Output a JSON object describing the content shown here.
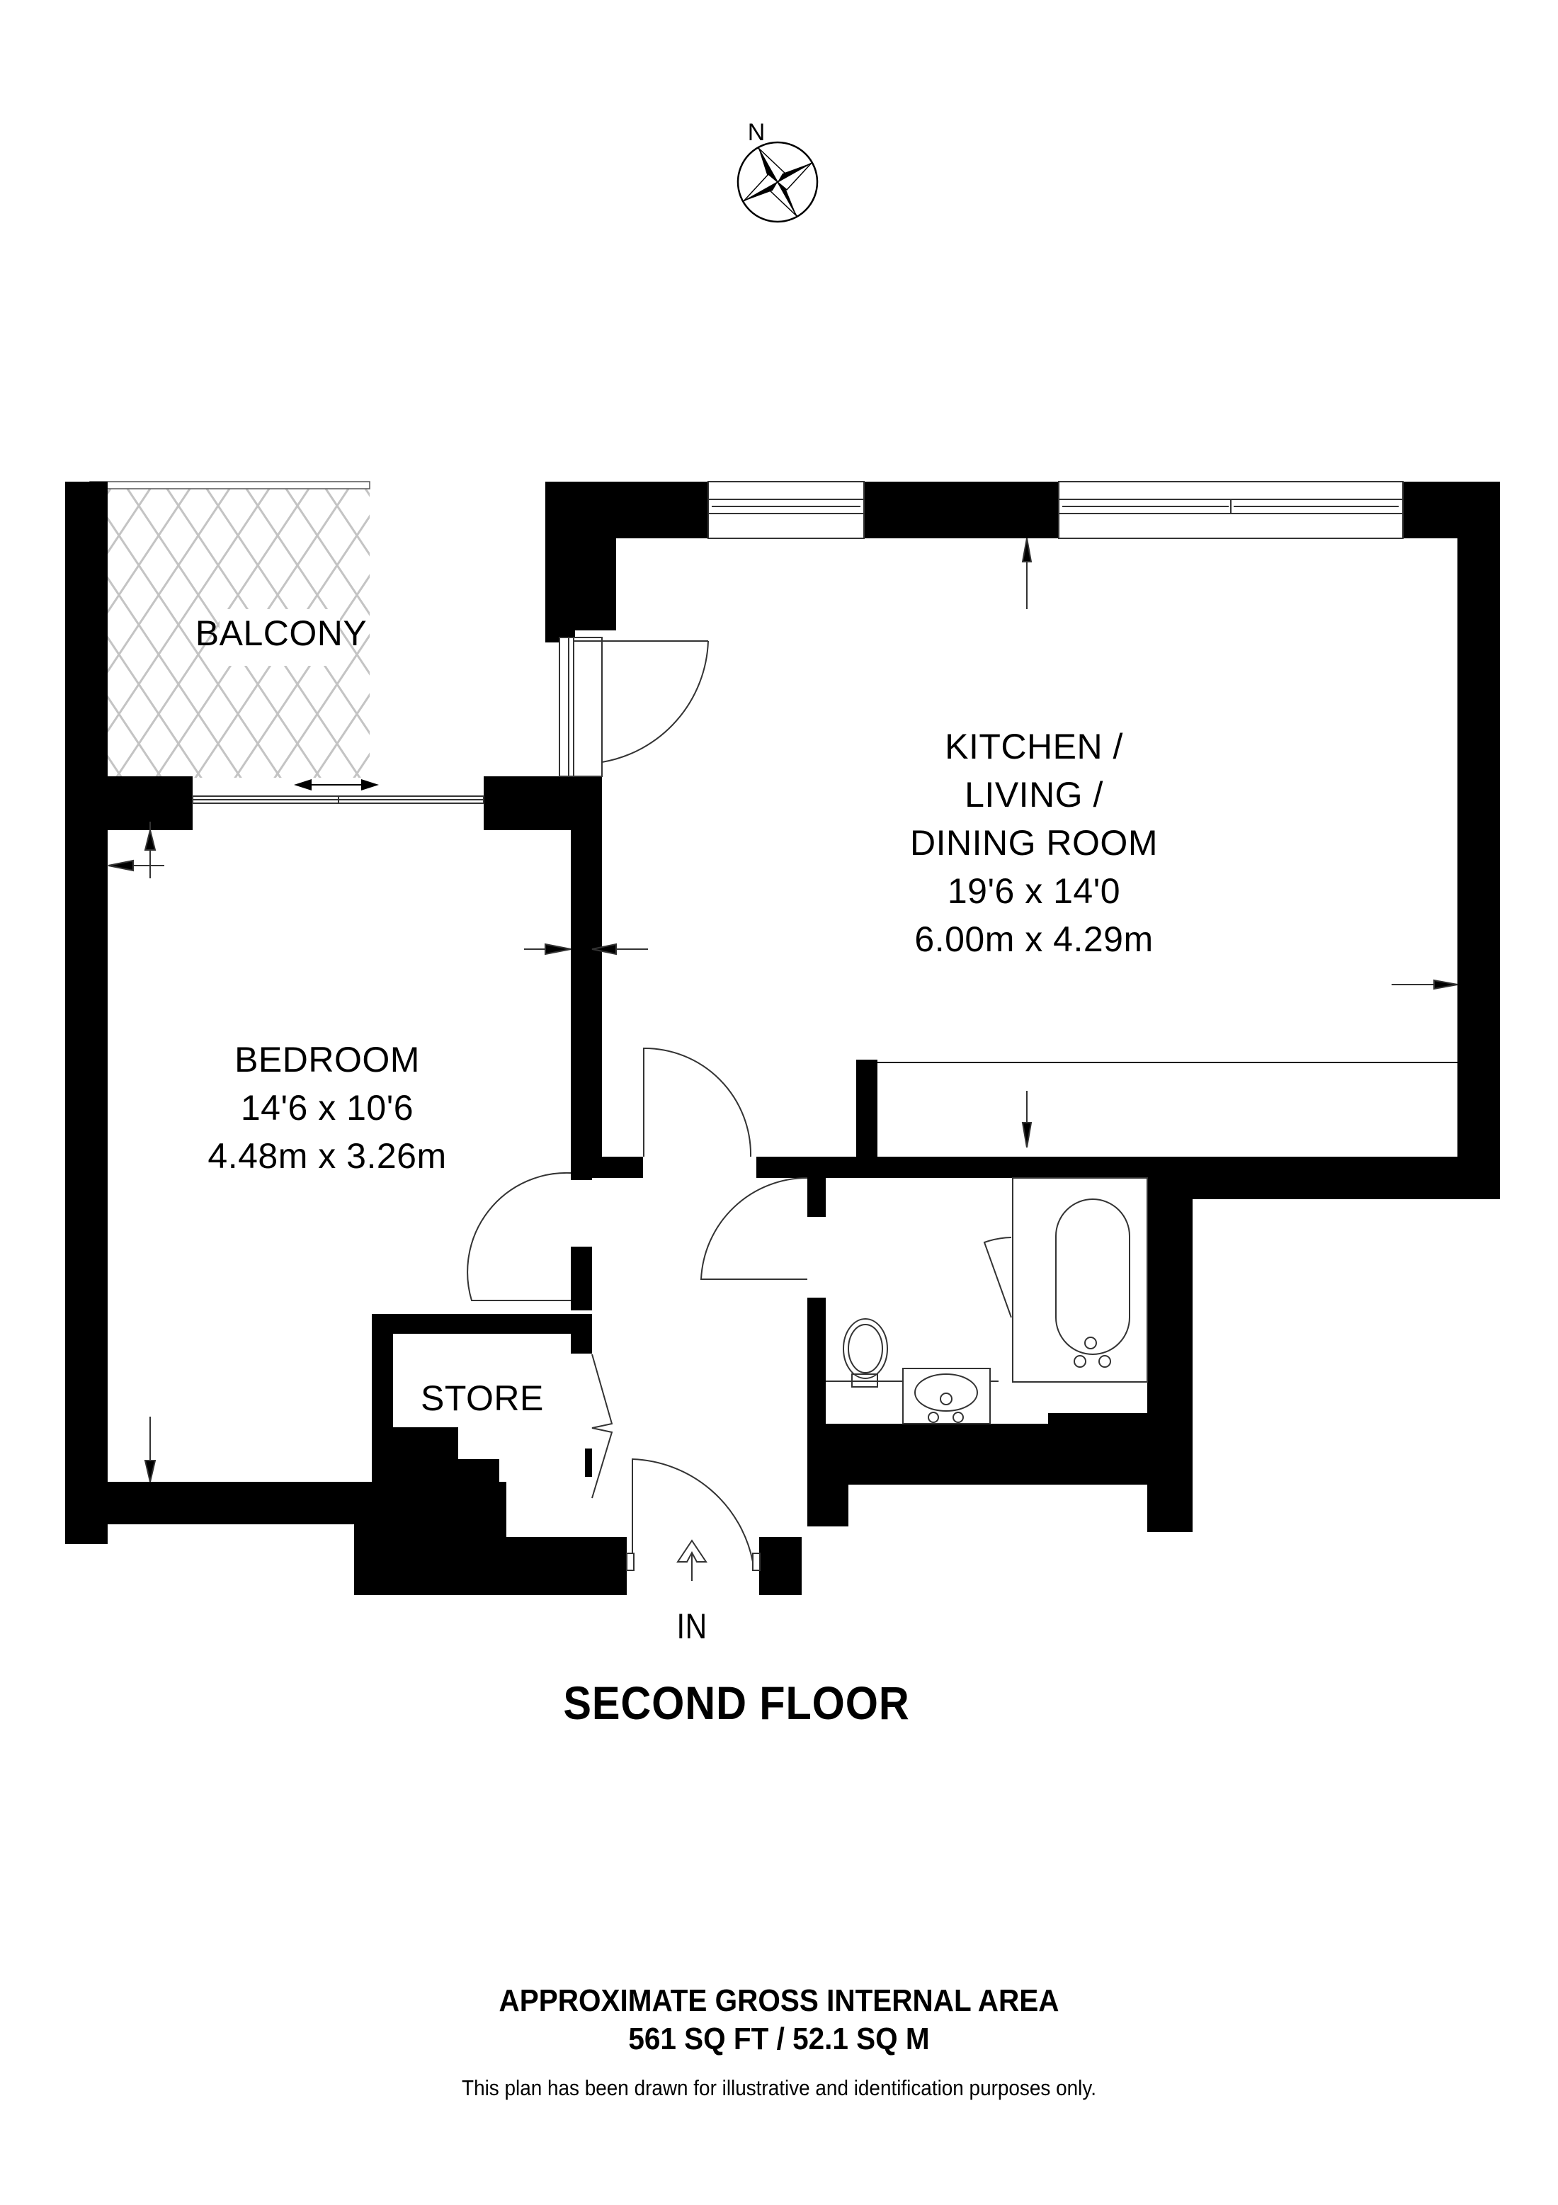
{
  "compass": {
    "north_label": "N",
    "icon": "compass-rose-icon"
  },
  "rooms": {
    "balcony": {
      "name": "BALCONY"
    },
    "kitchen": {
      "name_lines": [
        "KITCHEN /",
        "LIVING /",
        "DINING ROOM"
      ],
      "imperial": "19'6 x 14'0",
      "metric": "6.00m x 4.29m"
    },
    "bedroom": {
      "name": "BEDROOM",
      "imperial": "14'6 x 10'6",
      "metric": "4.48m x 3.26m"
    },
    "store": {
      "name": "STORE"
    }
  },
  "entrance": {
    "label": "IN",
    "icon": "entry-arrow-icon"
  },
  "floor": {
    "title": "SECOND FLOOR"
  },
  "area": {
    "heading": "APPROXIMATE GROSS INTERNAL AREA",
    "value": "561 SQ FT / 52.1 SQ M"
  },
  "disclaimer": "This plan has been drawn for illustrative and identification purposes only.",
  "colors": {
    "wall": "#000000",
    "background": "#ffffff",
    "hatch": "#c4c4c4",
    "line": "#333333"
  }
}
